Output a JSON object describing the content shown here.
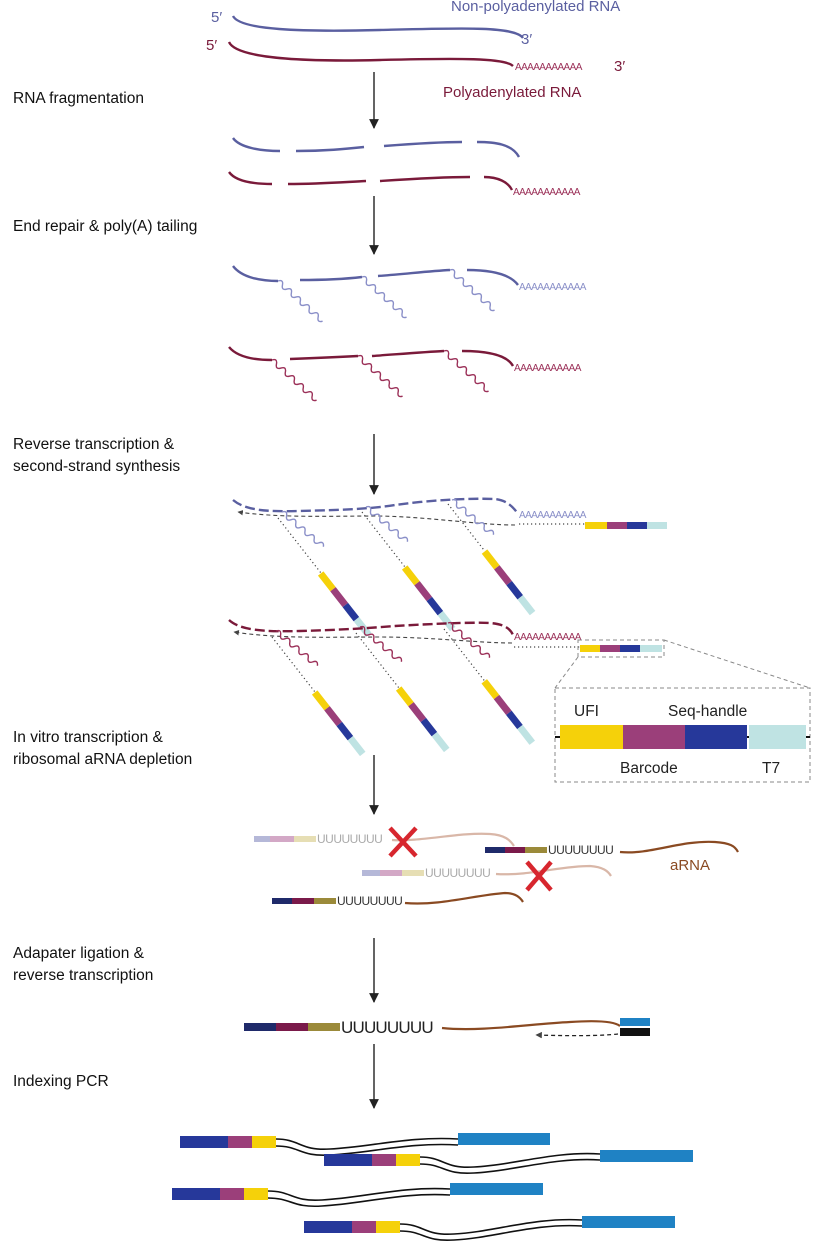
{
  "colors": {
    "blue_rna": "#5a5fa0",
    "blue_rna_light": "#8a8fc8",
    "red_rna": "#7a1a3a",
    "red_rna_light": "#9b3058",
    "ufi_yellow": "#f5d10a",
    "barcode_magenta": "#9b3f7a",
    "seqhandle_blue": "#26389a",
    "t7_cyan": "#bfe3e3",
    "arna_brown": "#8a4a22",
    "arna_light": "#d9b7a8",
    "cross_red": "#d7262e",
    "adapter_blue": "#1f82c4",
    "arrow": "#222222"
  },
  "rna_labels": {
    "five_prime_blue": "5′",
    "three_prime_blue": "3′",
    "non_polyadenylated": "Non-polyadenylated RNA",
    "five_prime_red": "5′",
    "three_prime_red": "3′",
    "polyadenylated": "Polyadenylated RNA",
    "polyA_seq": "AAAAAAAAAAA"
  },
  "steps": {
    "fragmentation": "RNA fragmentation",
    "end_repair": "End repair & poly(A) tailing",
    "rt_line1": "Reverse transcription &",
    "rt_line2": "second-strand synthesis",
    "ivt_line1": "In vitro transcription &",
    "ivt_line2": "ribosomal aRNA depletion",
    "adapter_line1": "Adapater ligation &",
    "adapter_line2": "reverse transcription",
    "indexing": "Indexing PCR"
  },
  "inset": {
    "ufi": "UFI",
    "seq_handle": "Seq-handle",
    "barcode": "Barcode",
    "t7": "T7"
  },
  "arna_label": "aRNA",
  "u_seq": "UUUUUUUU"
}
